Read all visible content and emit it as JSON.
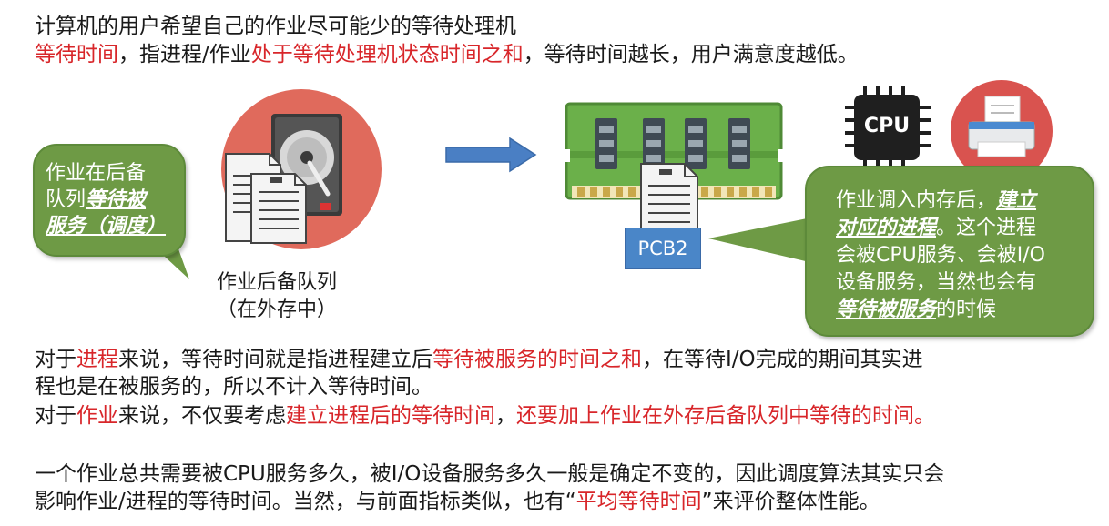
{
  "text": {
    "line1": "计算机的用户希望自己的作业尽可能少的等待处理机",
    "line2": [
      {
        "t": "等待时间",
        "red": true
      },
      {
        "t": "，指进程/作业",
        "red": false
      },
      {
        "t": "处于等待处理机状态时间之和",
        "red": true
      },
      {
        "t": "，等待时间越长，用户满意度越低。",
        "red": false
      }
    ],
    "line3": [
      {
        "t": "对于",
        "red": false
      },
      {
        "t": "进程",
        "red": true
      },
      {
        "t": "来说，等待时间就是指进程建立后",
        "red": false
      },
      {
        "t": "等待被服务的时间之和",
        "red": true
      },
      {
        "t": "，在等待I/O完成的期间其实进",
        "red": false
      }
    ],
    "line4": "程也是在被服务的，所以不计入等待时间。",
    "line5": [
      {
        "t": "对于",
        "red": false
      },
      {
        "t": "作业",
        "red": true
      },
      {
        "t": "来说，不仅要考虑",
        "red": false
      },
      {
        "t": "建立进程后的等待时间",
        "red": true
      },
      {
        "t": "，",
        "red": false
      },
      {
        "t": "还要加上作业在外存后备队列中等待的时间。",
        "red": true
      }
    ],
    "line6": "一个作业总共需要被CPU服务多久，被I/O设备服务多久一般是确定不变的，因此调度算法其实只会",
    "line7": [
      {
        "t": "影响作业/进程的等待时间。当然，与前面指标类似，也有“",
        "red": false
      },
      {
        "t": "平均等待时间",
        "red": true
      },
      {
        "t": "”来评价整体性能。",
        "red": false
      }
    ]
  },
  "bubble_left": {
    "line1": "作业在后备",
    "line2_plain": "队列",
    "line2_em": "等待被",
    "line3_em": "服务（调度）"
  },
  "queue_caption": {
    "line1": "作业后备队列",
    "line2": "（在外存中）"
  },
  "pcb_label": "PCB2",
  "cpu_label": "CPU",
  "bubble_right": {
    "l1_plain": "作业调入内存后，",
    "l1_em": "建立",
    "l2_em": "对应的进程",
    "l2_plain": "。这个进程",
    "l3": "会被CPU服务、会被I/O",
    "l4": "设备服务，当然也会有",
    "l5_em": "等待被服务",
    "l5_plain": "的时候"
  },
  "colors": {
    "red_text": "#d8262a",
    "bubble_green": "#6e9a45",
    "disk_circle": "#e06a5c",
    "printer_circle": "#d9534f",
    "arrow_blue": "#4a7fc4",
    "ram_green": "#6bb04a",
    "pcb_blue": "#4a86c8"
  },
  "icons": [
    "hard-disk-icon",
    "document-stack-icon",
    "arrow-right-icon",
    "memory-module-icon",
    "cpu-chip-icon",
    "printer-icon"
  ]
}
